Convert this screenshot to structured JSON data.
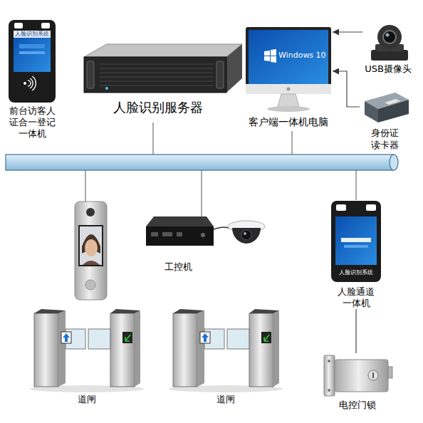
{
  "diagram": {
    "nodes": [
      {
        "text": [
          "前台访客人 证合一登记 一体机"
        ]
      },
      {
        "text": [
          "人脸识别服务器"
        ]
      },
      {
        "text": [
          "客户端一体机电脑"
        ]
      },
      {
        "text": [
          "USB摄像头"
        ]
      },
      {
        "text": [
          "身份证 读卡器"
        ]
      },
      {
        "text": [
          "工控机"
        ]
      },
      {
        "text": [
          "人脸通道 一体机"
        ]
      },
      {
        "text": [
          "道闸"
        ]
      },
      {
        "text": [
          "道闸"
        ]
      },
      {
        "text": [
          "电控门锁"
        ]
      }
    ],
    "edges": [
      {
        "from": 3,
        "to": 2,
        "arrow": "to"
      },
      {
        "from": 4,
        "to": 2,
        "arrow": "to"
      },
      {
        "from": 6,
        "to": 9,
        "arrow": "none"
      }
    ],
    "labels": [
      "Windows 10",
      "人脸识别系统",
      "人脸识别系统"
    ]
  }
}
